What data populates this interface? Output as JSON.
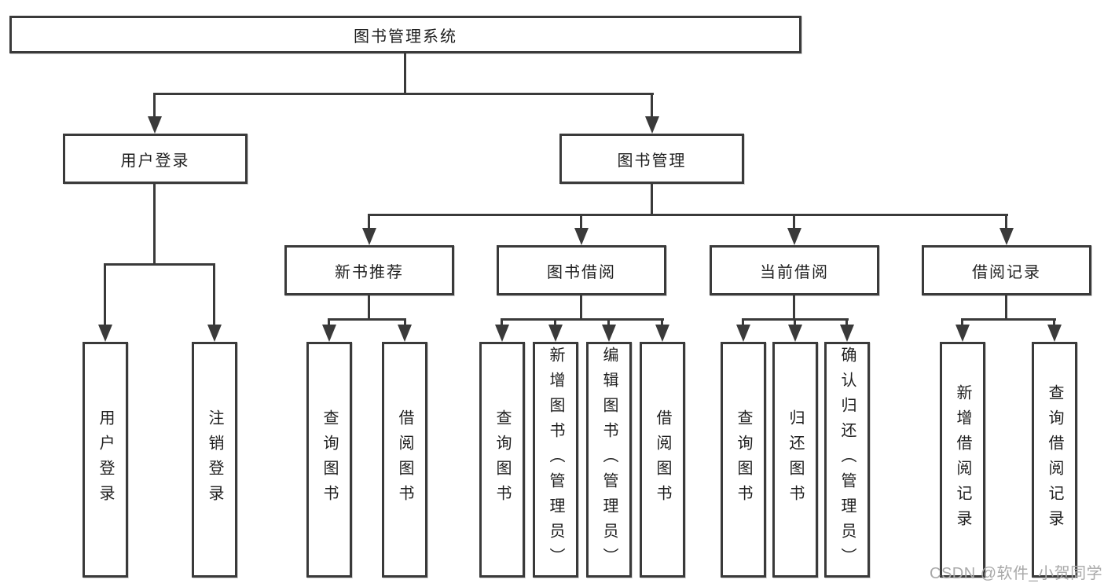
{
  "colors": {
    "line": "#3a3a3a",
    "box_border": "#3a3a3a",
    "text": "#1f1f1f",
    "watermark_text_color": "#a9a9a9",
    "background": "#ffffff"
  },
  "watermark": {
    "text": "CSDN @软件_小贺同学"
  },
  "diagram": {
    "title": "图书管理系统",
    "branches": [
      {
        "label": "用户登录",
        "children": [
          {
            "label": "用户登录"
          },
          {
            "label": "注销登录"
          }
        ]
      },
      {
        "label": "图书管理",
        "children": [
          {
            "label": "新书推荐",
            "children": [
              {
                "label": "查询图书"
              },
              {
                "label": "借阅图书"
              }
            ]
          },
          {
            "label": "图书借阅",
            "children": [
              {
                "label": "查询图书"
              },
              {
                "label": "新增图书（管理员）"
              },
              {
                "label": "编辑图书（管理员）"
              },
              {
                "label": "借阅图书"
              }
            ]
          },
          {
            "label": "当前借阅",
            "children": [
              {
                "label": "查询图书"
              },
              {
                "label": "归还图书"
              },
              {
                "label": "确认归还（管理员）"
              }
            ]
          },
          {
            "label": "借阅记录",
            "children": [
              {
                "label": "新增借阅记录"
              },
              {
                "label": "查询借阅记录"
              }
            ]
          }
        ]
      }
    ]
  }
}
